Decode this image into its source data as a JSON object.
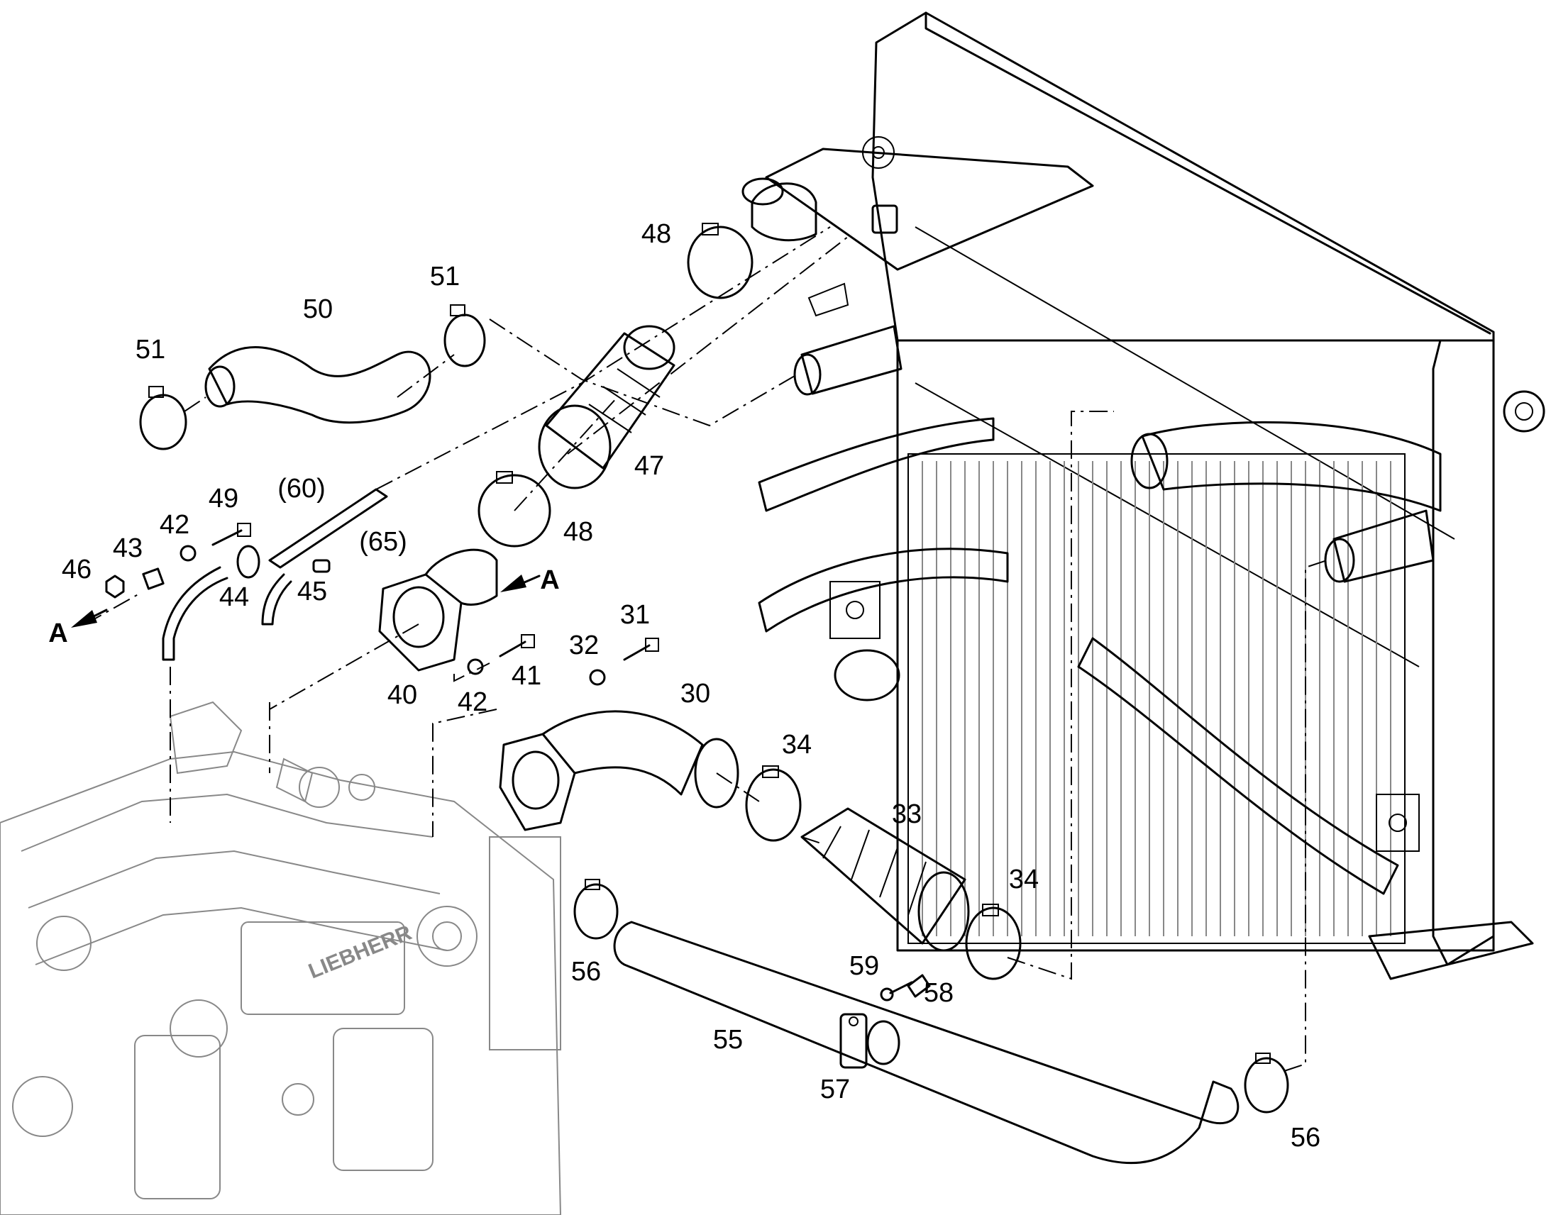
{
  "diagram": {
    "labels": [
      "48",
      "51",
      "50",
      "51",
      "47",
      "49",
      "(60)",
      "42",
      "43",
      "46",
      "44",
      "45",
      "(65)",
      "48",
      "A",
      "A",
      "31",
      "32",
      "41",
      "40",
      "42",
      "30",
      "34",
      "33",
      "34",
      "56",
      "59",
      "58",
      "55",
      "57",
      "56"
    ],
    "engine_logo": "LIEBHERR"
  }
}
